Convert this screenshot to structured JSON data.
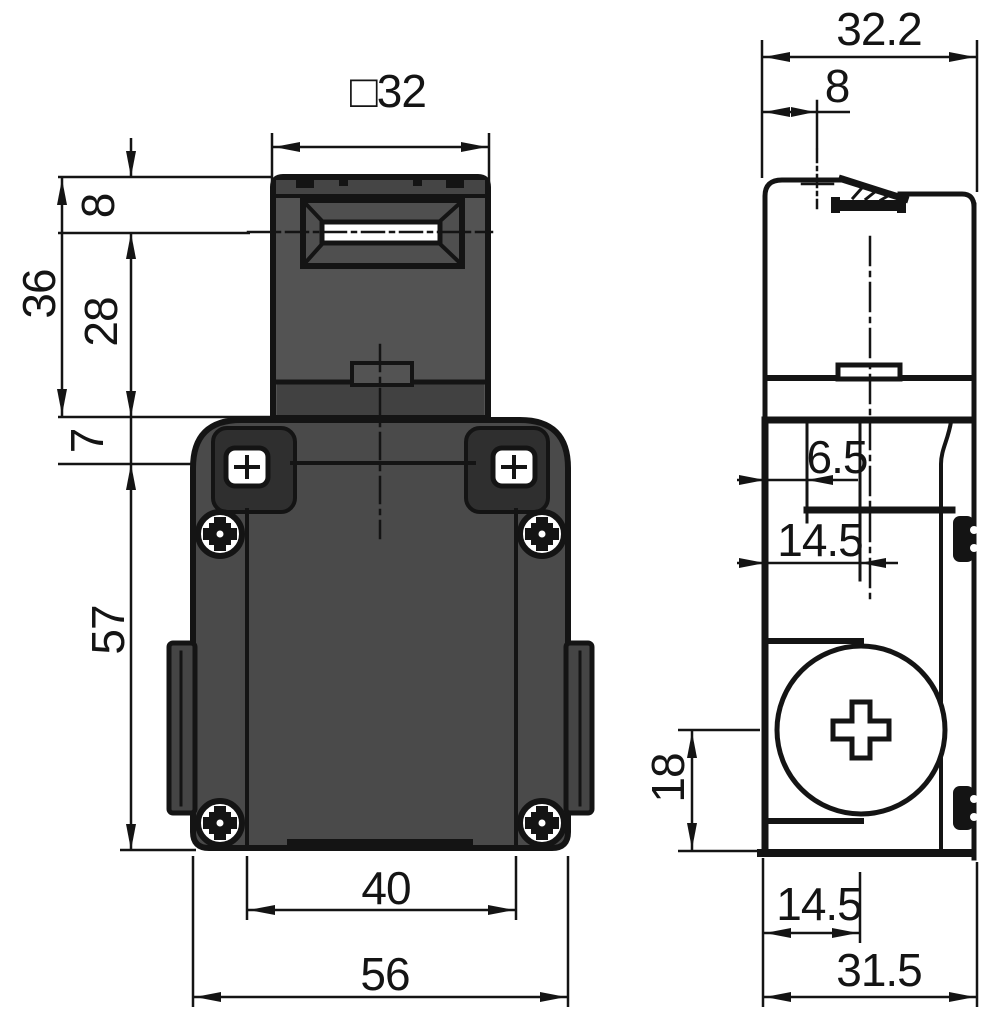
{
  "drawing": {
    "type": "technical-dimension-drawing",
    "unit": "mm",
    "views": {
      "front": {
        "name": "front-view",
        "dims": {
          "head_width": "□32",
          "head_top_to_slot_axis": "8",
          "head_height": "36",
          "slot_axis_to_head_base": "28",
          "head_base_to_body_top": "7",
          "body_height": "57",
          "mount_hole_spacing": "40",
          "body_width": "56"
        }
      },
      "side": {
        "name": "side-view",
        "dims": {
          "head_depth": "32.2",
          "slot_plane_offset": "8",
          "front_slot_offset": "6.5",
          "slot_axis_depth": "14.5",
          "conduit_axis_height": "18",
          "mount_depth": "14.5",
          "body_depth": "31.5"
        }
      }
    },
    "colors": {
      "line": "#141414",
      "body_gray": "#4a4a4a",
      "head_gray": "#535353",
      "band_gray": "#454545",
      "lower_band_gray": "#414141",
      "bezel_gray": "#4f4f4f",
      "recess_gray": "#2f2f2f",
      "slot_white": "#ffffff",
      "background": "#ffffff"
    }
  }
}
